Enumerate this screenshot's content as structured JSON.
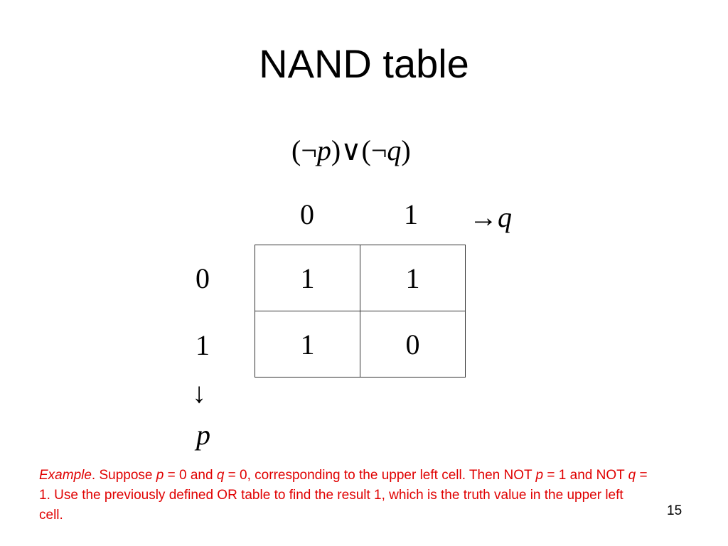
{
  "title": "NAND table",
  "formula": {
    "open1": "(",
    "neg1": "¬",
    "var1": "p",
    "close1": ")",
    "or": "∨",
    "open2": "(",
    "neg2": "¬",
    "var2": "q",
    "close2": ")"
  },
  "columns": {
    "headers": [
      "0",
      "1"
    ],
    "arrow": "→",
    "var": "q"
  },
  "rows": {
    "headers": [
      "0",
      "1"
    ],
    "arrow": "↓",
    "var": "p"
  },
  "cells": [
    [
      "1",
      "1"
    ],
    [
      "1",
      "0"
    ]
  ],
  "example": {
    "lead": "Example",
    "t1": ". Suppose ",
    "p1": "p",
    "t2": " = 0 and ",
    "q1": "q",
    "t3": " = 0, corresponding to the upper left cell. Then NOT ",
    "p2": "p",
    "t4": " = 1 and NOT ",
    "q2": "q",
    "t5": " = 1. Use the previously defined OR table to find the result 1, which is the truth value in the upper left cell."
  },
  "slide_number": "15"
}
